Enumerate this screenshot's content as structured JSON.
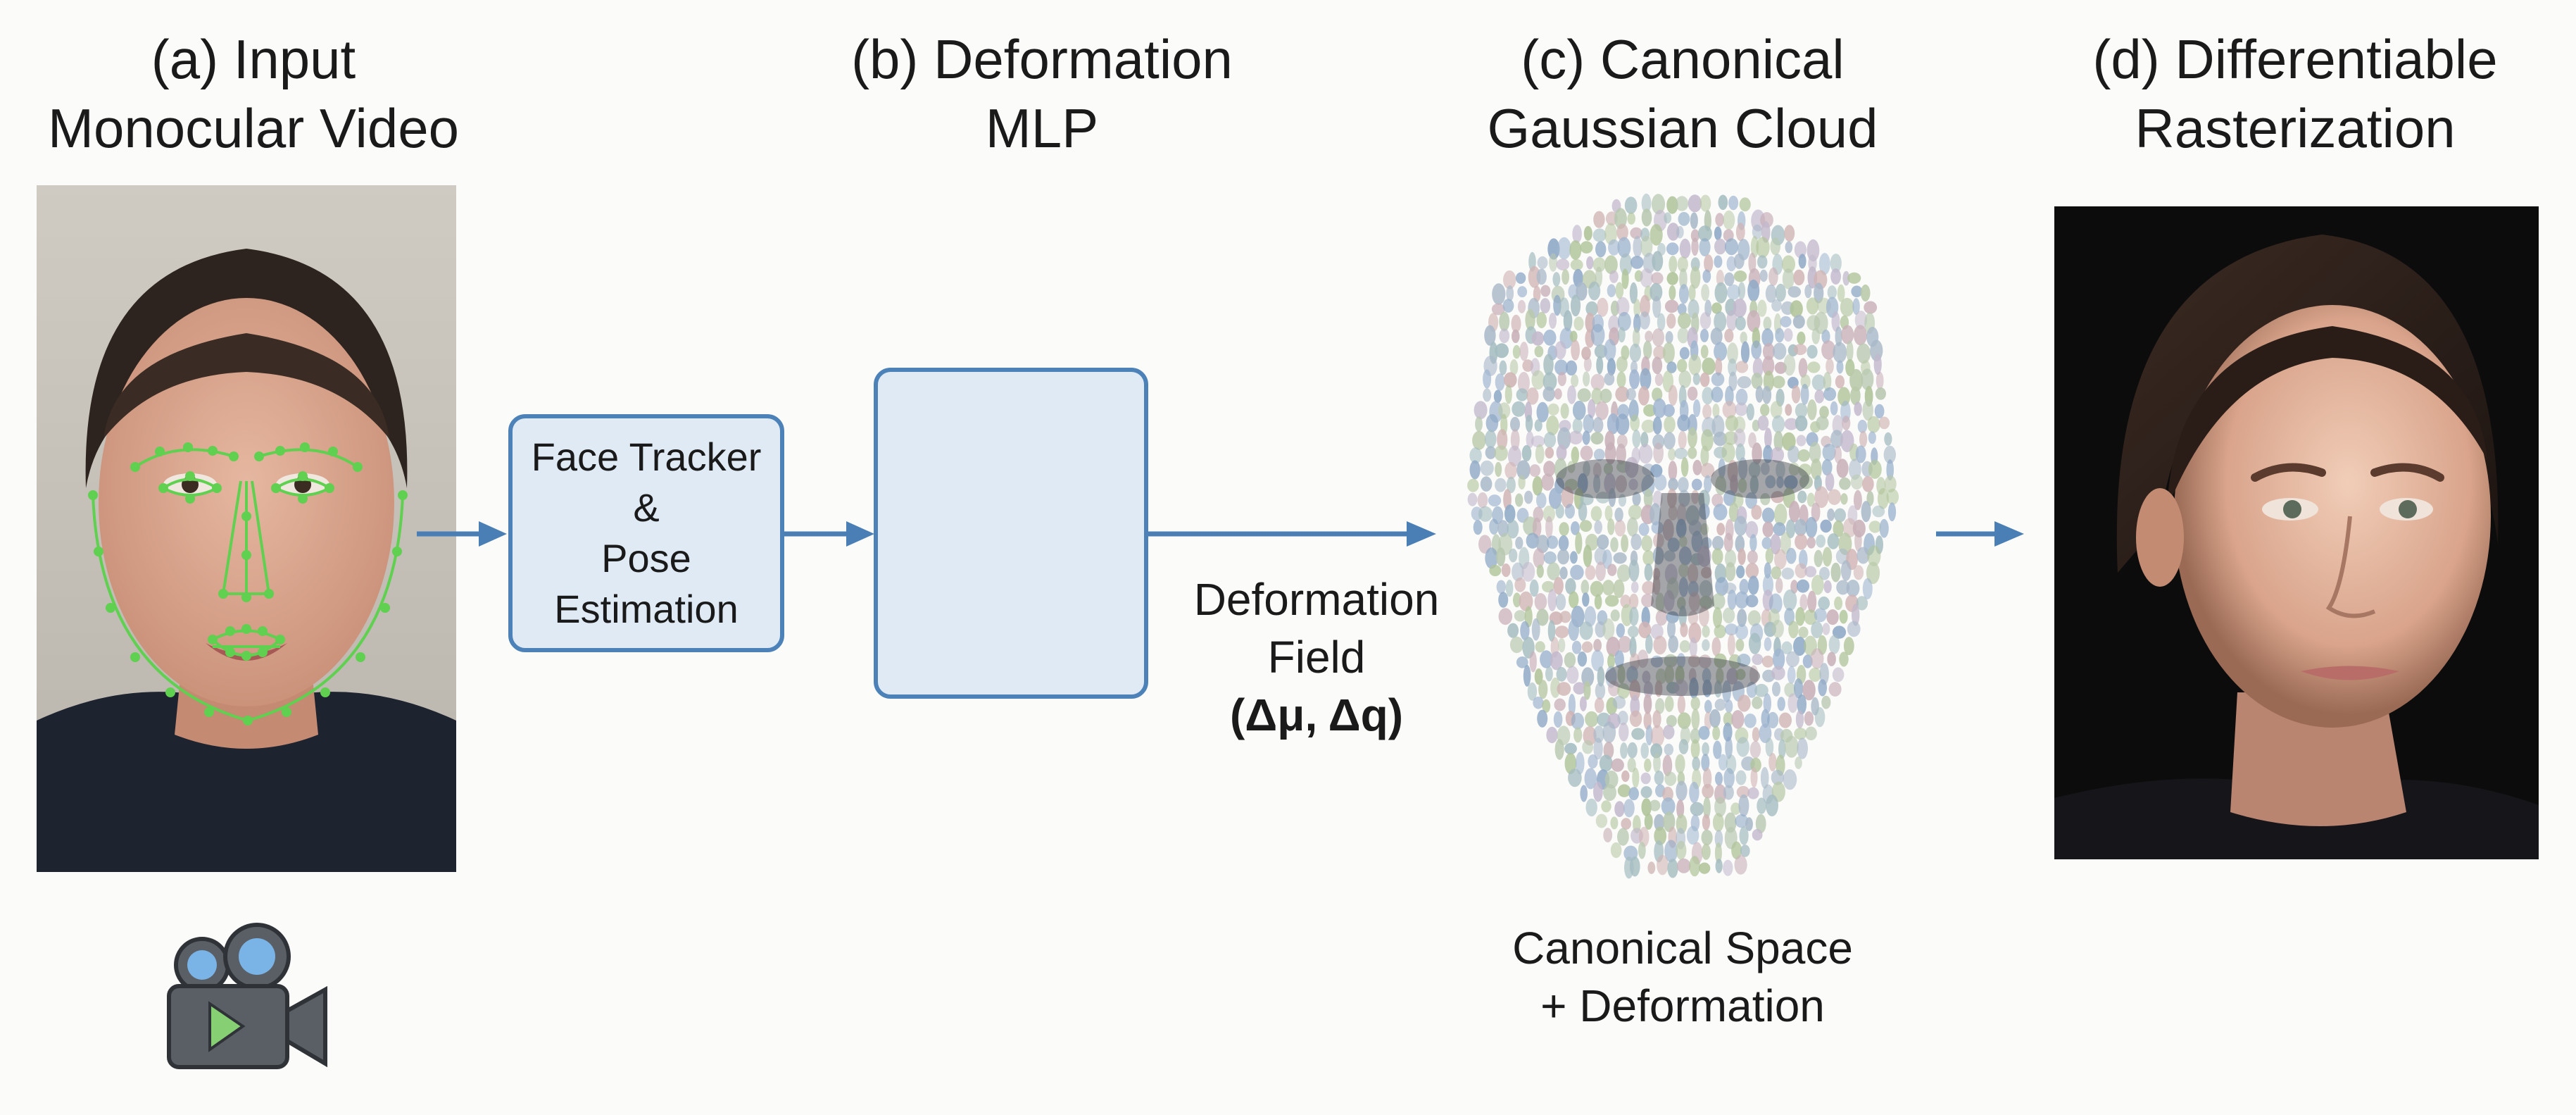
{
  "stages": {
    "a": {
      "line1": "(a) Input",
      "line2": "Monocular Video"
    },
    "b": {
      "line1": "(b) Deformation",
      "line2": "MLP"
    },
    "c": {
      "line1": "(c) Canonical",
      "line2": "Gaussian Cloud"
    },
    "d": {
      "line1": "(d) Differentiable",
      "line2": "Rasterization"
    }
  },
  "tracker_box": {
    "line1": "Face Tracker",
    "line2": "&",
    "line3": "Pose",
    "line4": "Estimation"
  },
  "deformation_field": {
    "line1": "Deformation",
    "line2": "Field",
    "line3": "(Δμ, Δq)"
  },
  "canonical_caption": {
    "line1": "Canonical Space",
    "line2": "+ Deformation"
  },
  "colors": {
    "arrow": "#4a7fb5",
    "box_fill": "#dfeaf5",
    "box_border": "#4d82b8",
    "input_node": "#5b95cf",
    "hidden_node": "#8fcf8a",
    "landmark": "#5fd04f"
  },
  "icons": {
    "camera": "video-camera-icon"
  }
}
